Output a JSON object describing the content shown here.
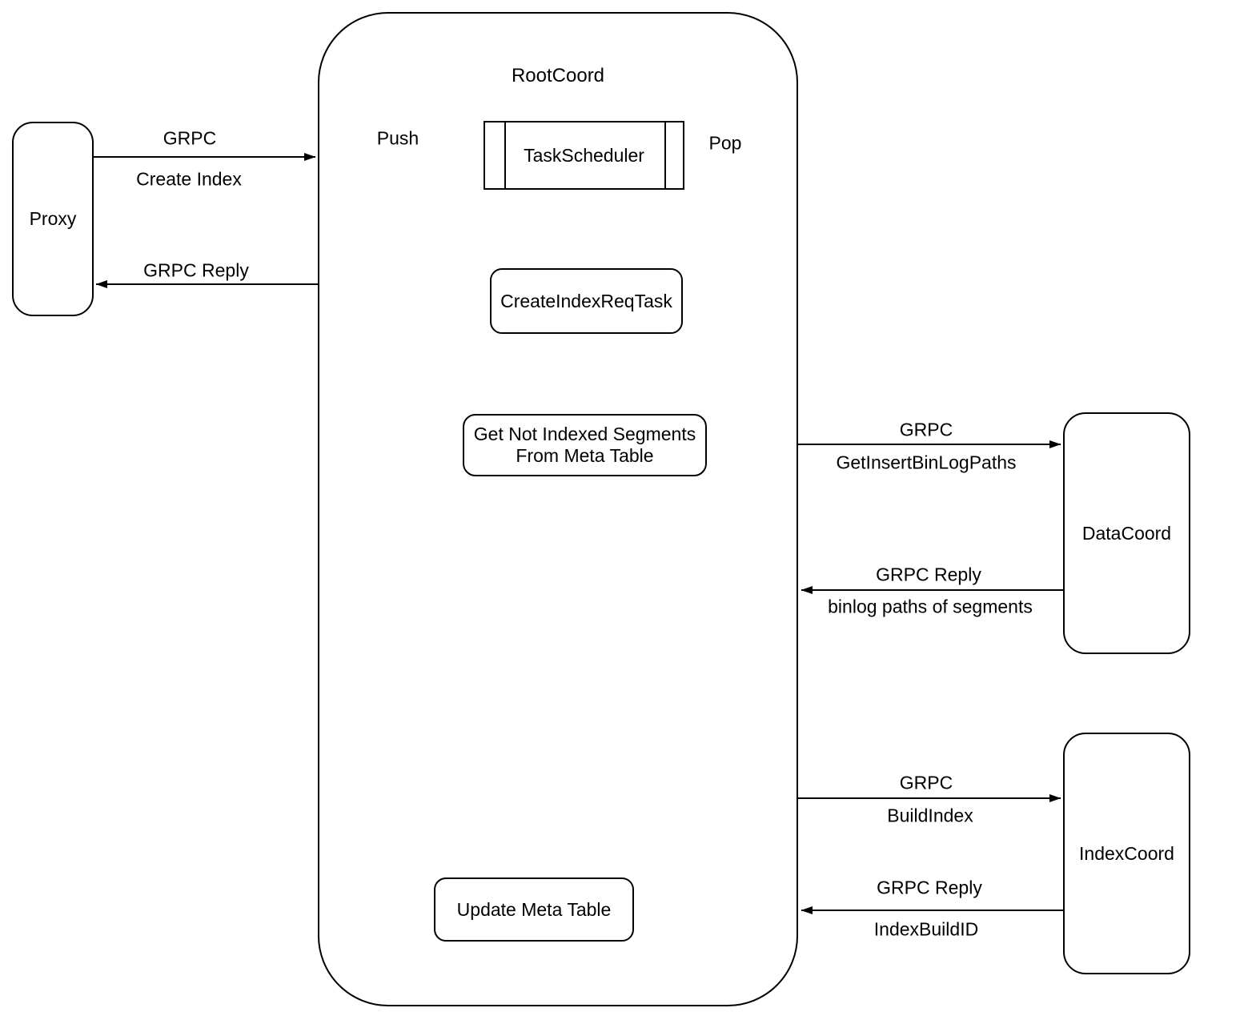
{
  "diagram": {
    "nodes": {
      "proxy": "Proxy",
      "rootcoord": "RootCoord",
      "task_scheduler": "TaskScheduler",
      "create_index_req_task": "CreateIndexReqTask",
      "get_not_indexed_line1": "Get Not Indexed Segments",
      "get_not_indexed_line2": "From Meta Table",
      "update_meta_table": "Update Meta Table",
      "datacoord": "DataCoord",
      "indexcoord": "IndexCoord"
    },
    "edge_labels": {
      "create_index_protocol": "GRPC",
      "create_index_action": "Create Index",
      "proxy_reply": "GRPC Reply",
      "push": "Push",
      "pop": "Pop",
      "get_insert_protocol": "GRPC",
      "get_insert_action": "GetInsertBinLogPaths",
      "binlog_reply": "GRPC Reply",
      "binlog_reply_detail": "binlog paths of segments",
      "build_index_protocol": "GRPC",
      "build_index_action": "BuildIndex",
      "index_build_reply": "GRPC Reply",
      "index_build_reply_detail": "IndexBuildID"
    },
    "colors": {
      "stroke": "#000000",
      "background": "#ffffff",
      "text": "#000000"
    }
  }
}
